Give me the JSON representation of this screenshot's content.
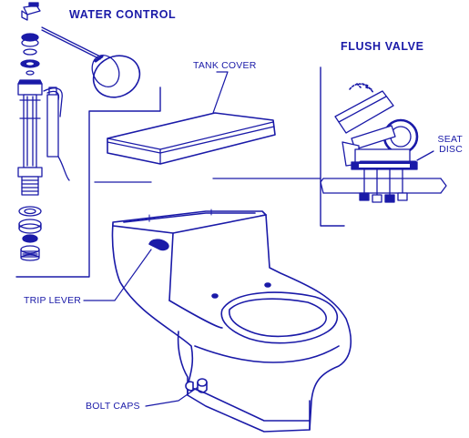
{
  "labels": {
    "water_control": "WATER CONTROL",
    "flush_valve": "FLUSH VALVE",
    "tank_cover": "TANK COVER",
    "seat_disc_line1": "SEAT",
    "seat_disc_line2": "DISC",
    "trip_lever": "TRIP LEVER",
    "bolt_caps": "BOLT CAPS"
  },
  "colors": {
    "line": "#1a1aa8",
    "background": "#ffffff"
  }
}
